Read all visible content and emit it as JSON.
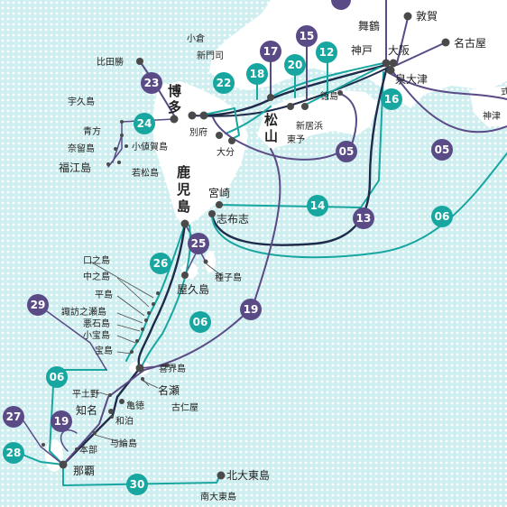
{
  "colors": {
    "sea": "#cfeef0",
    "land": "#ffffff",
    "teal": "#18a6a0",
    "purple": "#5a4a86",
    "navy": "#1e2b4a",
    "dot": "#4a4a4a"
  },
  "routes": {
    "r16": "16",
    "r15": "15",
    "r12": "12",
    "r17": "17",
    "r20": "20",
    "r18": "18",
    "r22": "22",
    "r23": "23",
    "r24": "24",
    "r05a": "05",
    "r05b": "05",
    "r14": "14",
    "r13": "13",
    "r06a": "06",
    "r06b": "06",
    "r06c": "06",
    "r25": "25",
    "r26": "26",
    "r19a": "19",
    "r19b": "19",
    "r29": "29",
    "r27": "27",
    "r28": "28",
    "r30": "30"
  },
  "places": {
    "maizuru": "舞鶴",
    "tsuruga": "敦賀",
    "kobe": "神戸",
    "osaka": "大阪",
    "izumiotsu": "泉大津",
    "nagoya": "名古屋",
    "kokura": "小倉",
    "shinmoji": "新門司",
    "hitakatsu": "比田勝",
    "hakata": "博多",
    "ukujima": "宇久島",
    "aokata": "青方",
    "naru": "奈留島",
    "fukue": "福江島",
    "ojika": "小値賀島",
    "wakamatsu": "若松島",
    "beppu": "別府",
    "oita": "大分",
    "matsuyama": "松山",
    "toyo": "東予",
    "niihama": "新居浜",
    "tokushima": "徳島",
    "kobe_edge": "神津",
    "kagoshima": "鹿児島",
    "miyazaki": "宮崎",
    "shibushi": "志布志",
    "kuchinoshima": "口之島",
    "nakanoshima": "中之島",
    "tanegashima": "種子島",
    "yakushima": "屋久島",
    "tairajima": "平島",
    "suwanose": "諏訪之瀬島",
    "akuseki": "悪石島",
    "kodakara": "小宝島",
    "takara": "宝島",
    "kikai": "喜界島",
    "naze": "名瀬",
    "koniya": "古仁屋",
    "hetono": "平土野",
    "kametoku": "亀徳",
    "china": "知名",
    "wadomari": "和泊",
    "yoron": "与論島",
    "motobu": "本部",
    "naha": "那覇",
    "kitadaito": "北大東島",
    "minamidaito": "南大東島",
    "edge_top": "式"
  }
}
